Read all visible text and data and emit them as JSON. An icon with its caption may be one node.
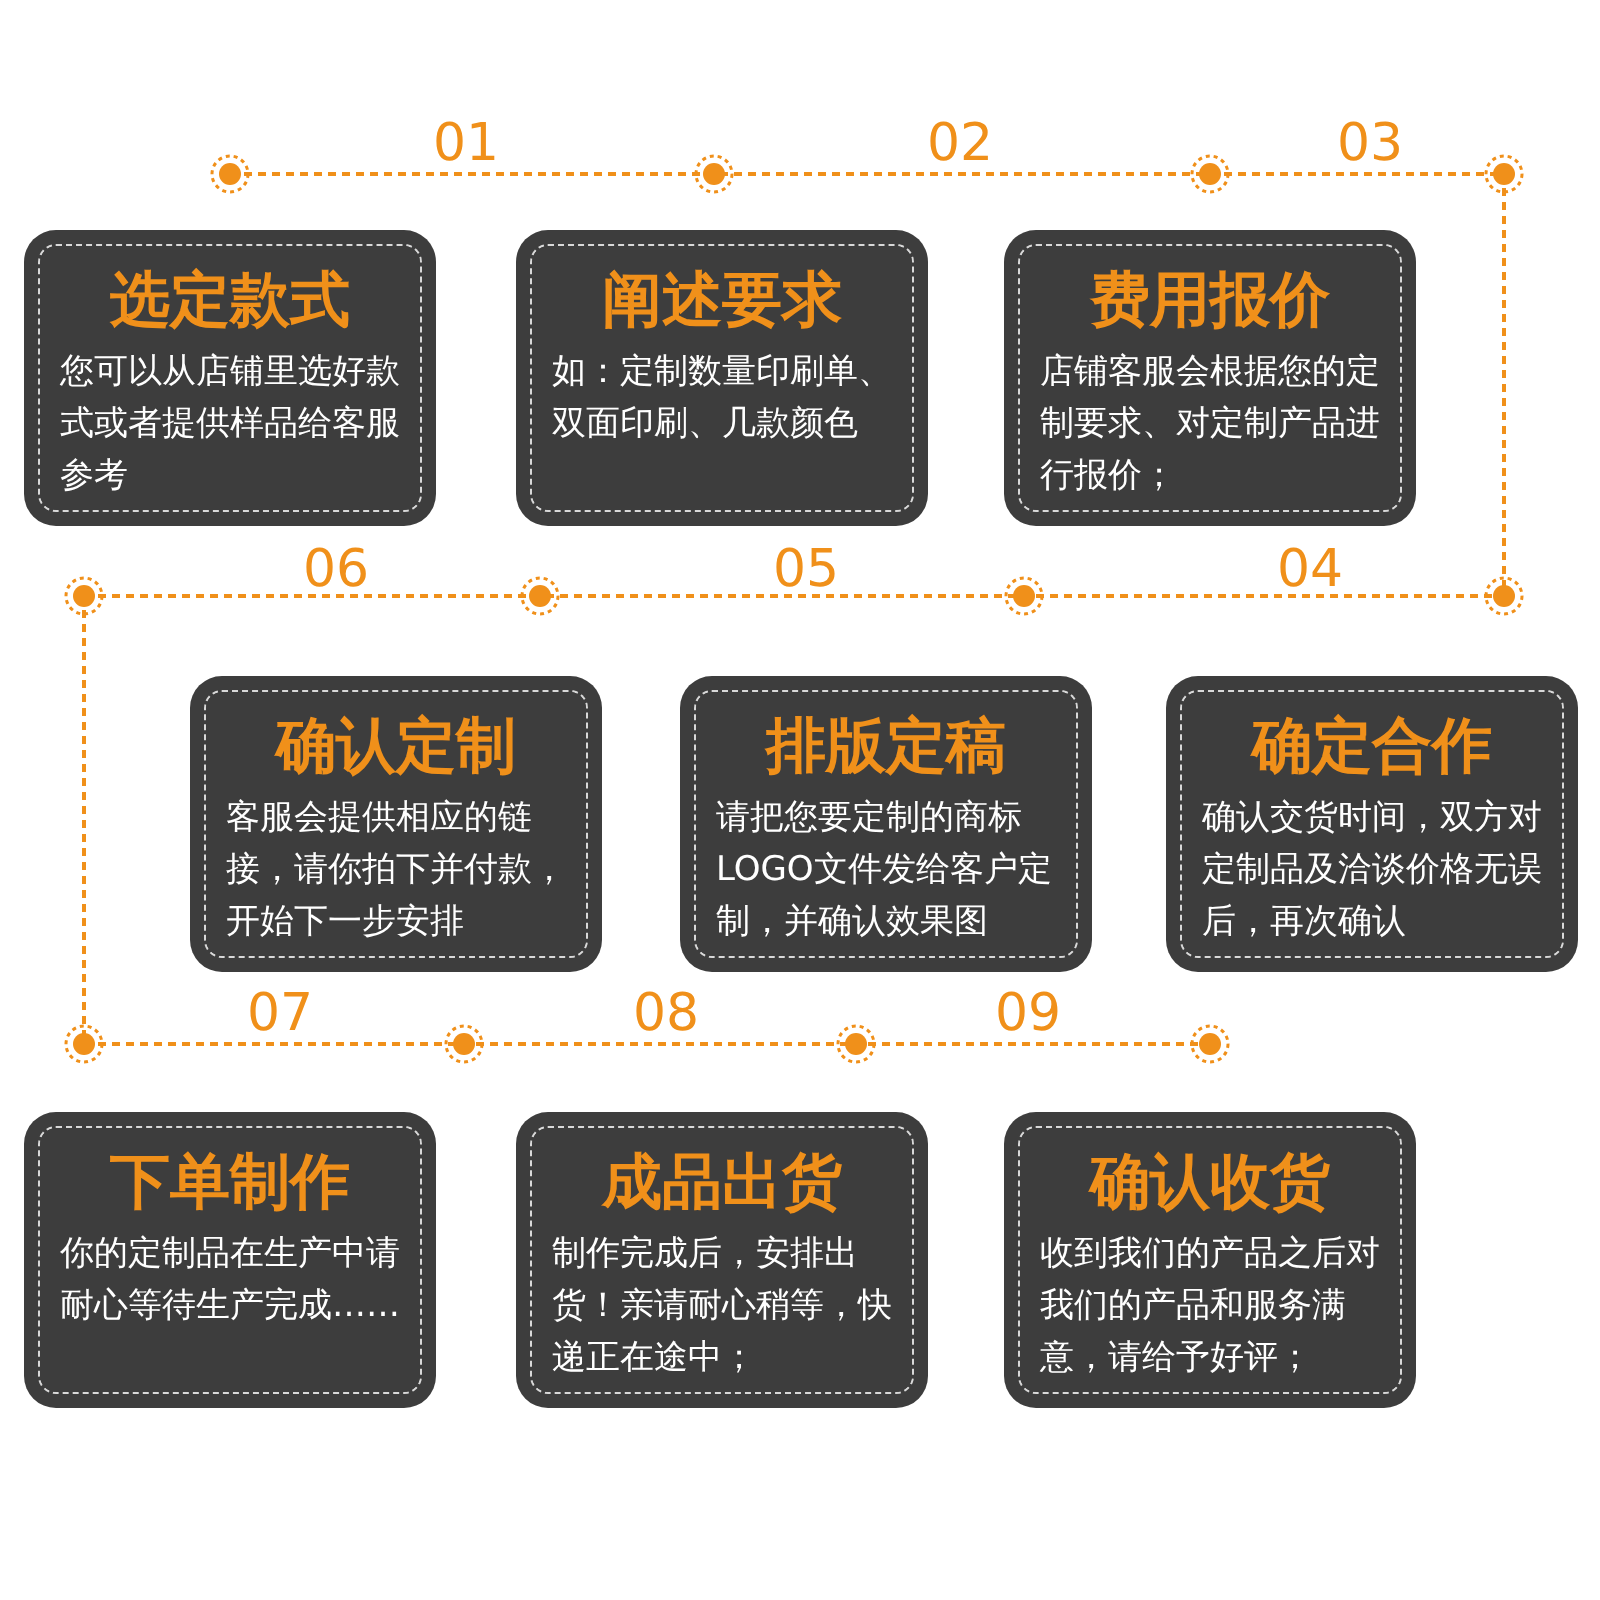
{
  "diagram": {
    "nodes": [
      {
        "text": [
          "选定款式",
          "您可以从店铺里选好款式或者提供样品给客服参考"
        ]
      },
      {
        "text": [
          "阐述要求",
          "如：定制数量印刷单、双面印刷、几款颜色"
        ]
      },
      {
        "text": [
          "费用报价",
          "店铺客服会根据您的定制要求、对定制产品进行报价；"
        ]
      },
      {
        "text": [
          "确认定制",
          "客服会提供相应的链接，请你拍下并付款，开始下一步安排"
        ]
      },
      {
        "text": [
          "排版定稿",
          "请把您要定制的商标LOGO文件发给客户定制，并确认效果图"
        ]
      },
      {
        "text": [
          "确定合作",
          "确认交货时间，双方对定制品及洽谈价格无误后，再次确认"
        ]
      },
      {
        "text": [
          "下单制作",
          "你的定制品在生产中请耐心等待生产完成……"
        ]
      },
      {
        "text": [
          "成品出货",
          "制作完成后，安排出货！亲请耐心稍等，快递正在途中；"
        ]
      },
      {
        "text": [
          "确认收货",
          "收到我们的产品之后对我们的产品和服务满意，请给予好评；"
        ]
      }
    ],
    "labels": [
      "01",
      "02",
      "03",
      "06",
      "05",
      "04",
      "07",
      "08",
      "09"
    ]
  }
}
